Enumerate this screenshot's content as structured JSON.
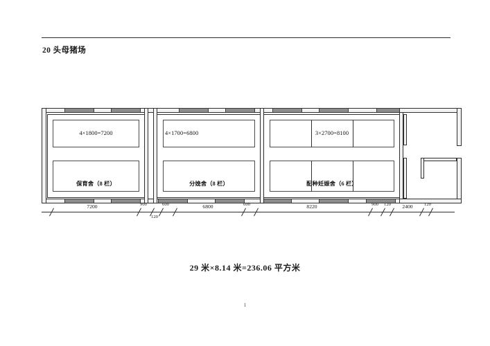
{
  "document": {
    "title": "20 头母猪场",
    "page_number": "1",
    "caption": "29 米×8.14 米=236.06 平方米"
  },
  "floorplan": {
    "halls": [
      {
        "id": "nursery",
        "top_room_label": "4×1800=7200",
        "bottom_room_label": "保育舍（8 栏）",
        "pen_divisions": 1
      },
      {
        "id": "farrowing",
        "top_room_label": "4×1700=6800",
        "bottom_room_label": "分娩舍（8 栏）",
        "pen_divisions": 1
      },
      {
        "id": "breeding-gestation",
        "top_room_label": "3×2700=8100",
        "bottom_room_label": "配种妊娠舍（6 栏）",
        "pen_divisions": 3
      },
      {
        "id": "service-room",
        "top_room_label": "",
        "bottom_room_label": "",
        "pen_divisions": 1
      }
    ]
  },
  "dimensions": {
    "segments": [
      {
        "label": "7200",
        "sub": ""
      },
      {
        "label": "900",
        "sub": ""
      },
      {
        "label": "600",
        "sub": "120"
      },
      {
        "label": "6800",
        "sub": ""
      },
      {
        "label": "600",
        "sub": ""
      },
      {
        "label": "8220",
        "sub": ""
      },
      {
        "label": "900",
        "sub": ""
      },
      {
        "label": "120",
        "sub": ""
      },
      {
        "label": "2400",
        "sub": ""
      },
      {
        "label": "120",
        "sub": ""
      }
    ]
  },
  "colors": {
    "line": "#2e2e2e",
    "wall_fill": "#f2f2f2",
    "window_block": "#8c8c8c",
    "text": "#111111"
  }
}
